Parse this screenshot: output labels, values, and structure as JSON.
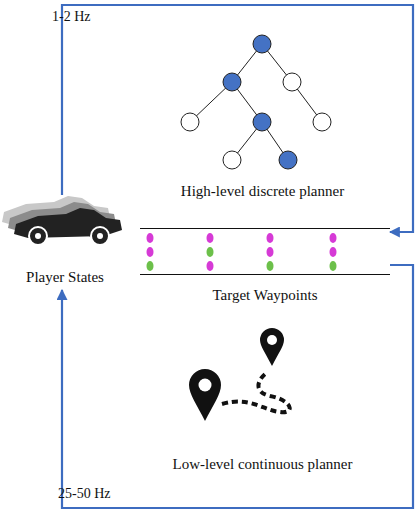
{
  "diagram": {
    "nodes": [
      {
        "text": [
          "Player States"
        ]
      },
      {
        "text": [
          "High-level discrete planner"
        ]
      },
      {
        "text": [
          "Target Waypoints"
        ]
      },
      {
        "text": [
          "Low-level continuous planner"
        ]
      }
    ],
    "edges": [
      {
        "from": 0,
        "to": 2,
        "arrow": "to",
        "label": "1-2 Hz"
      },
      {
        "from": 2,
        "to": 0,
        "arrow": "to",
        "label": "25-50 Hz"
      }
    ]
  }
}
